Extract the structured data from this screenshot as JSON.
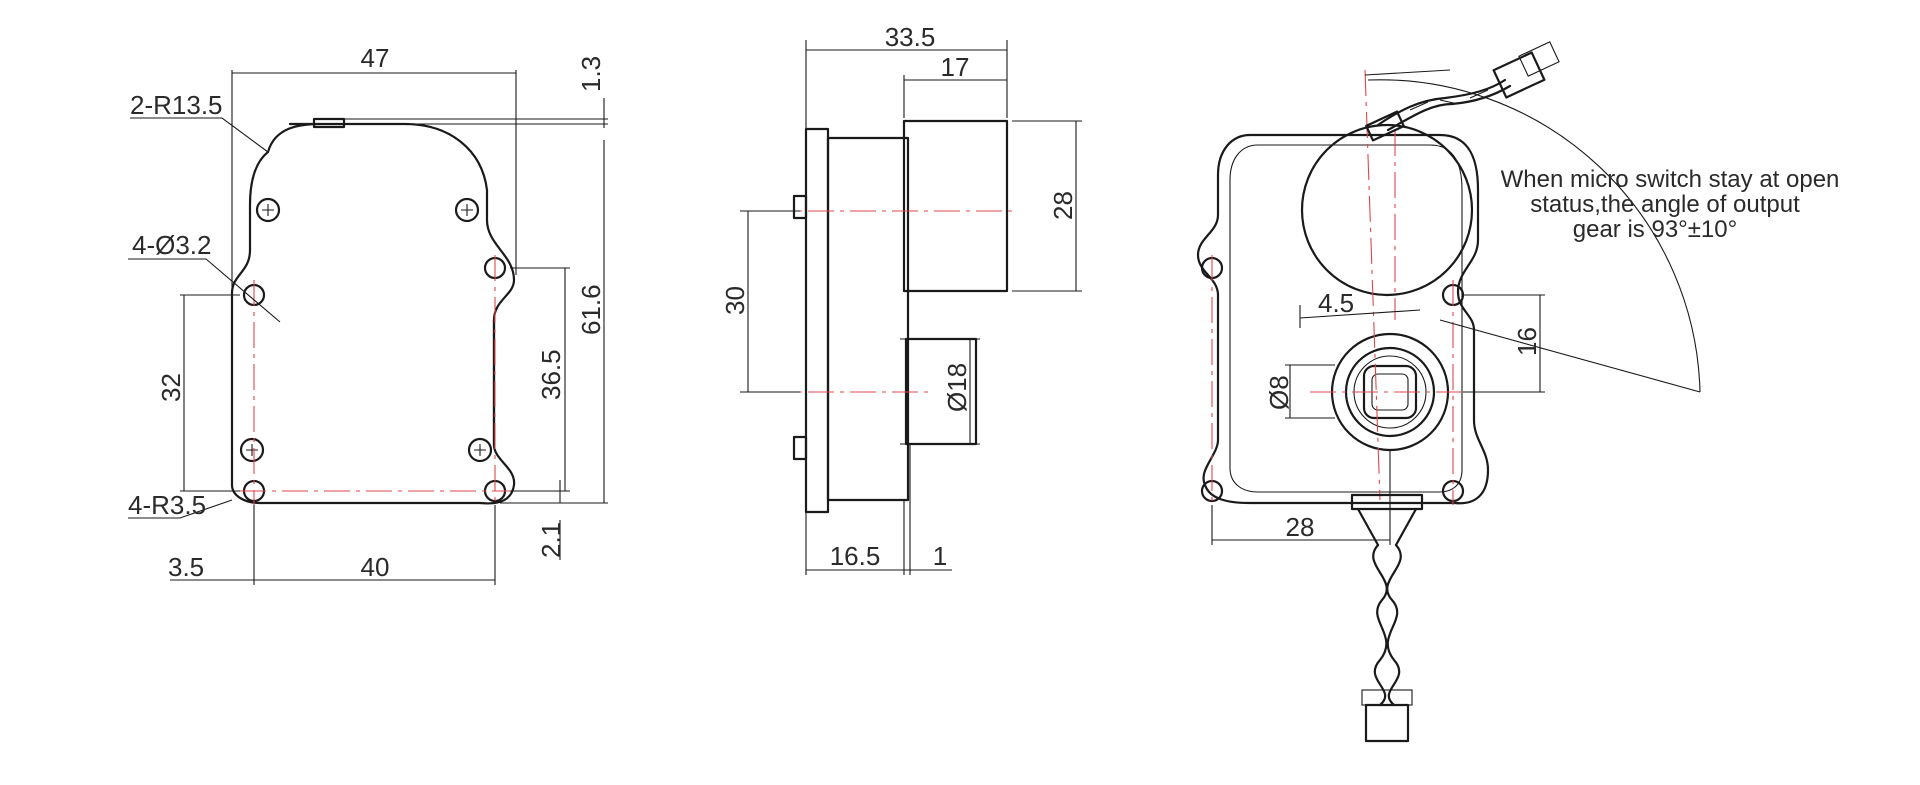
{
  "front_view": {
    "width_overall": "47",
    "corner_radius": "2-R13.5",
    "top_offset": "1.3",
    "mount_hole_dia": "4-Ø3.2",
    "height_overall": "61.6",
    "hole_spacing_left": "32",
    "hole_spacing_right": "36.5",
    "lug_radius": "4-R3.5",
    "bottom_offset": "2.1",
    "edge_offset": "3.5",
    "hole_spacing_horizontal": "40"
  },
  "side_view": {
    "depth_overall": "33.5",
    "motor_depth": "17",
    "motor_height": "28",
    "boss_spacing": "30",
    "hub_dia": "Ø18",
    "flange_depth": "16.5",
    "flange_thickness": "1"
  },
  "rear_view": {
    "note_line1": "When micro switch stay at open",
    "note_line2": "status,the angle of output",
    "note_line3": "gear is 93°±10°",
    "shaft_offset": "4.5",
    "shaft_dia": "Ø8",
    "hole_offset_vertical": "16",
    "shaft_to_hole": "28"
  }
}
